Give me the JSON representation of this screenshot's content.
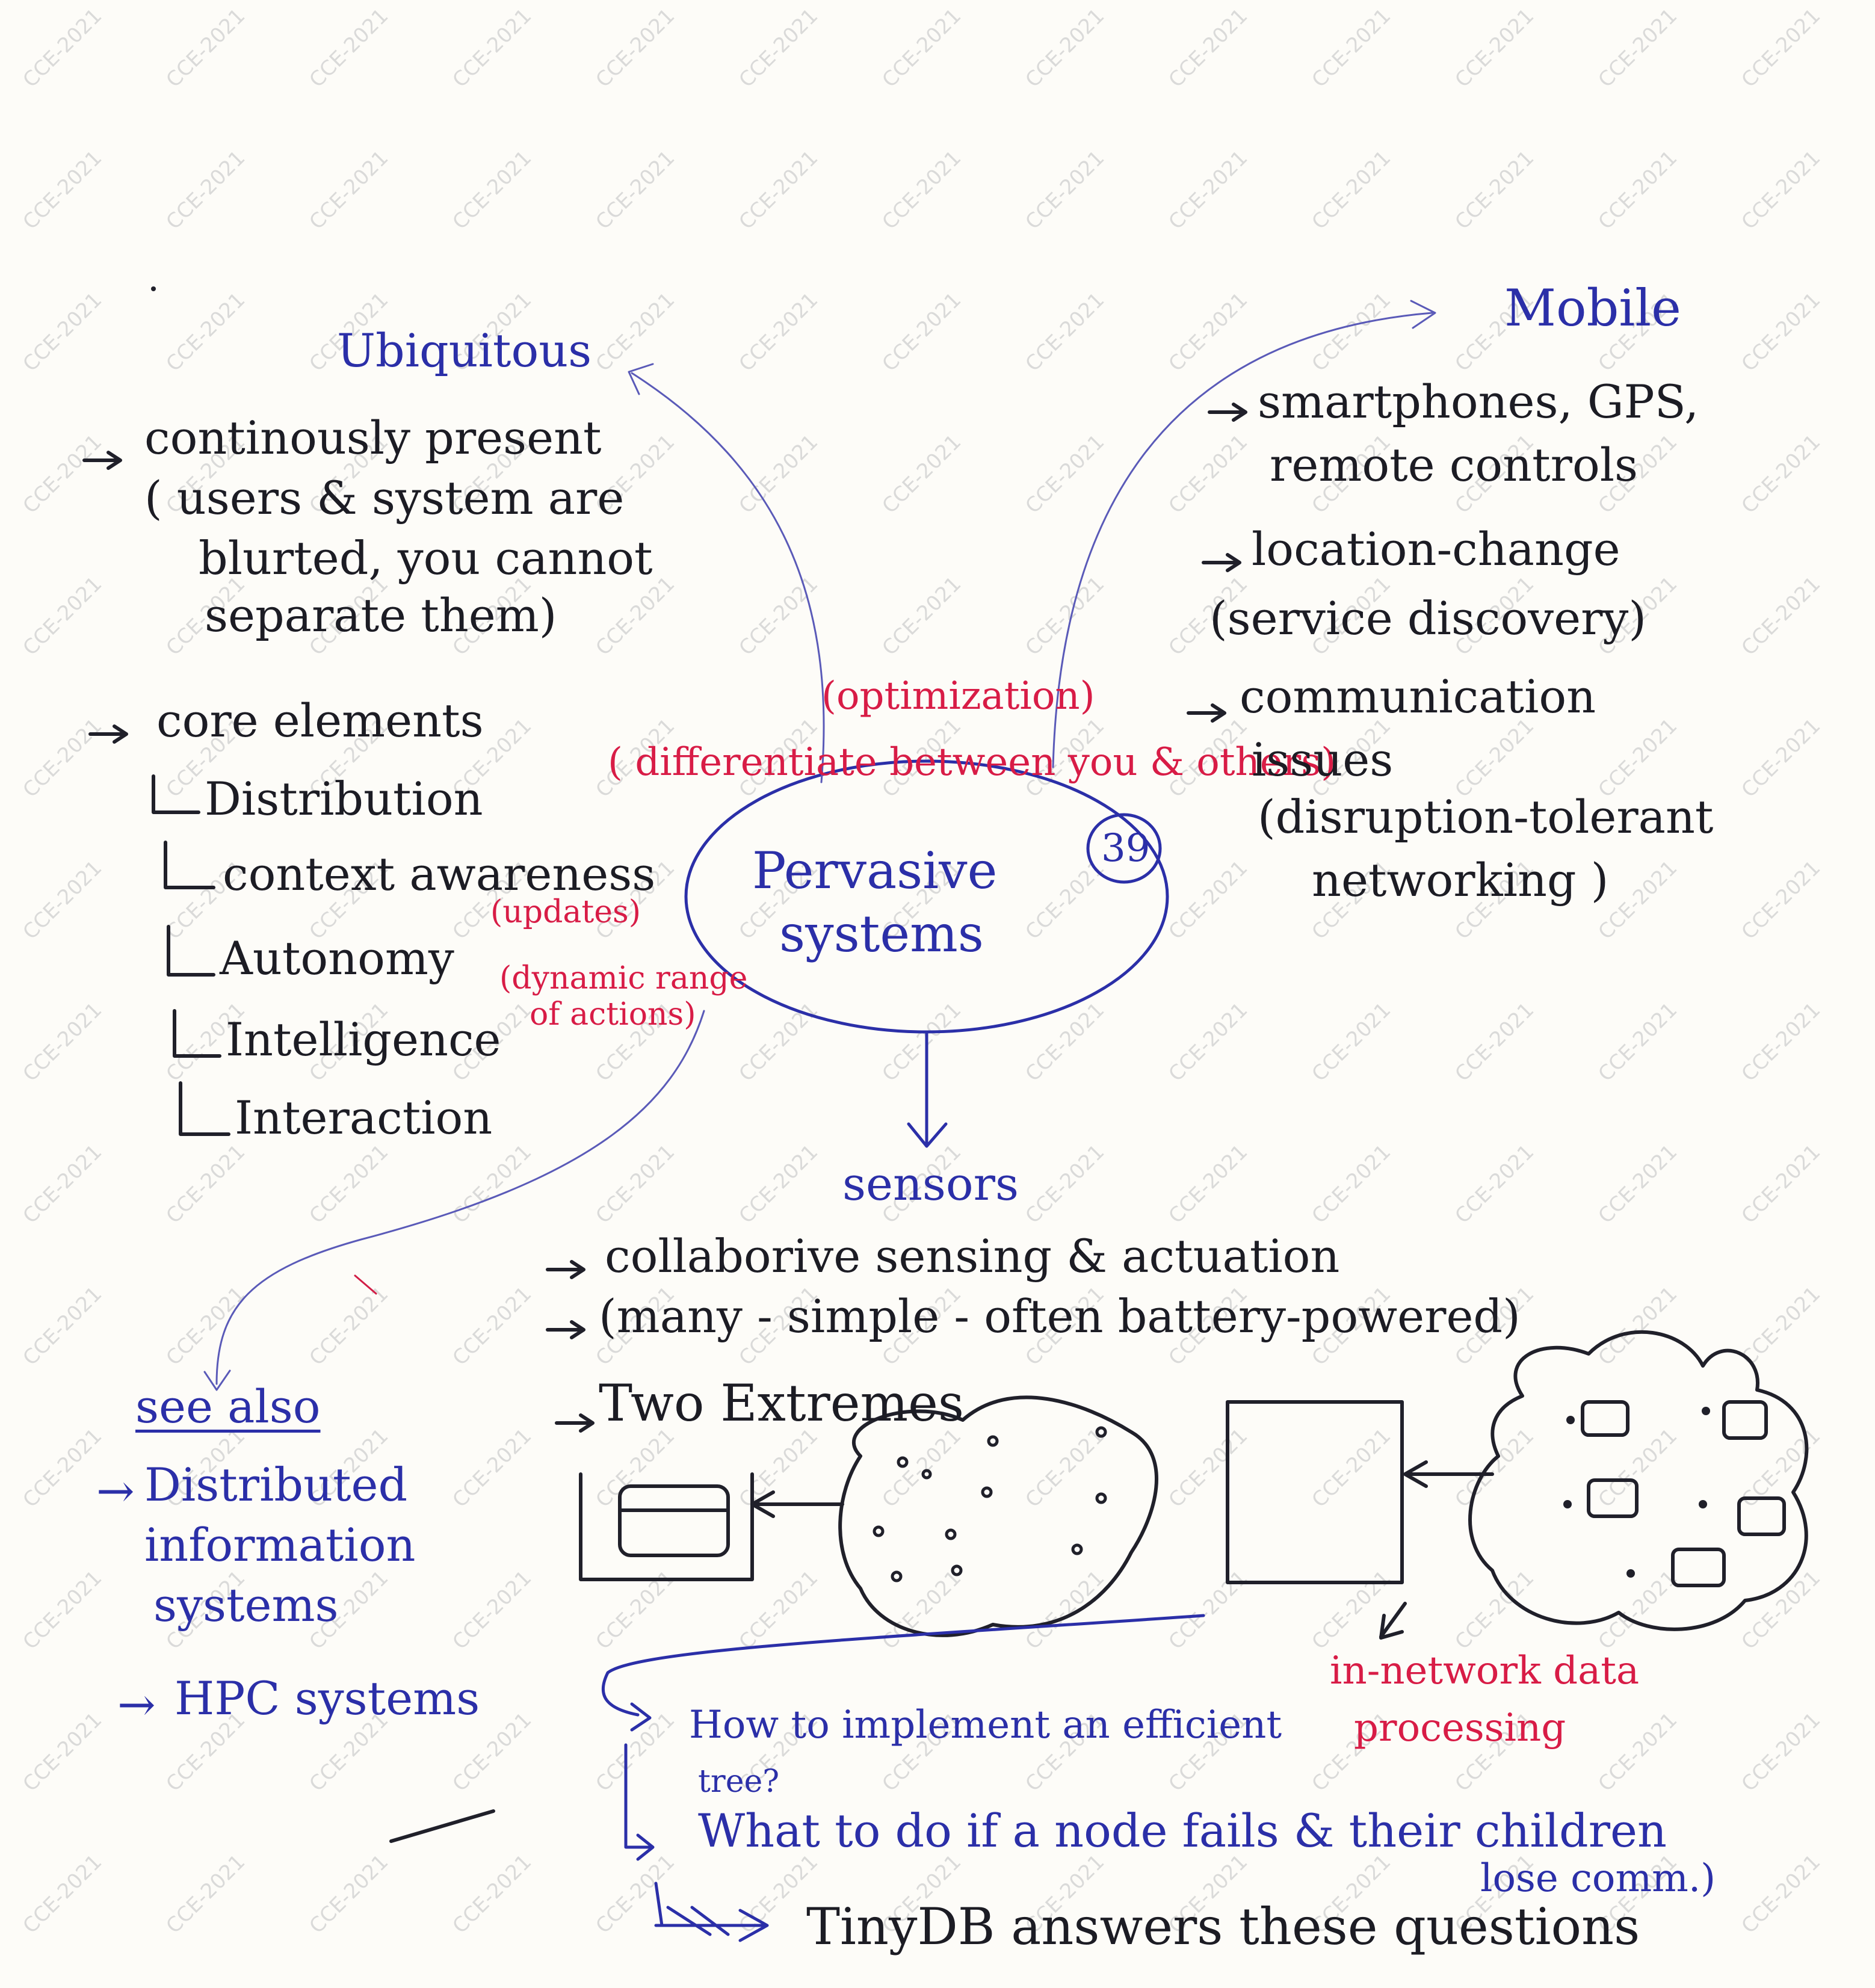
{
  "watermark": "CCE-2021",
  "center": {
    "title_line1": "Pervasive",
    "title_line2": "systems",
    "badge": "39"
  },
  "ubiquitous": {
    "heading": "Ubiquitous",
    "bullet1": [
      "continously present",
      "( users & system are",
      "blurted, you cannot",
      "separate them)"
    ],
    "core_label": "core elements",
    "core_items": [
      "Distribution",
      "context awareness",
      "Autonomy",
      "Intelligence",
      "Interaction"
    ]
  },
  "annotations": {
    "optimization": "(optimization)",
    "differentiate": "( differentiate between you & others)",
    "updates": "(updates)",
    "dynamic": [
      "(dynamic range",
      "of actions)"
    ]
  },
  "mobile": {
    "heading": "Mobile",
    "lines": [
      "smartphones, GPS,",
      "remote controls",
      "location-change",
      "(service discovery)",
      "communication",
      "issues",
      "(disruption-tolerant",
      "networking )"
    ]
  },
  "sensors": {
    "heading": "sensors",
    "lines": [
      "collaborive sensing & actuation",
      "(many - simple - often battery-powered)",
      "Two Extremes"
    ],
    "in_network": [
      "in-network data",
      "processing"
    ],
    "questions": [
      "How to implement an efficient",
      "tree?",
      "What to do if a node fails & their children",
      "lose comm.)"
    ],
    "tinydb": "TinyDB answers these questions"
  },
  "see_also": {
    "heading": "see also",
    "items": [
      "Distributed",
      "information",
      "systems",
      "HPC systems"
    ]
  }
}
